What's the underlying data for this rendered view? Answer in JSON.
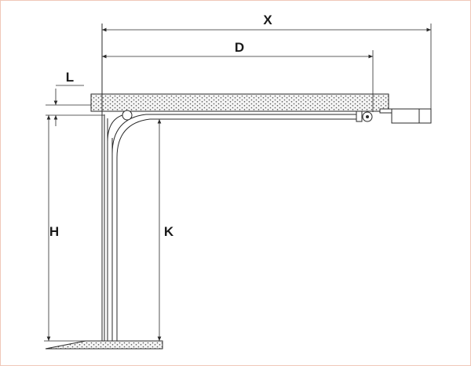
{
  "diagram": {
    "labels": {
      "x": "X",
      "d": "D",
      "l": "L",
      "h": "H",
      "k": "K"
    },
    "colors": {
      "line": "#2a2a2a",
      "concrete_fill": "#f2f2f2",
      "concrete_dots": "#555555",
      "frame_border": "#f0c8b8"
    }
  }
}
